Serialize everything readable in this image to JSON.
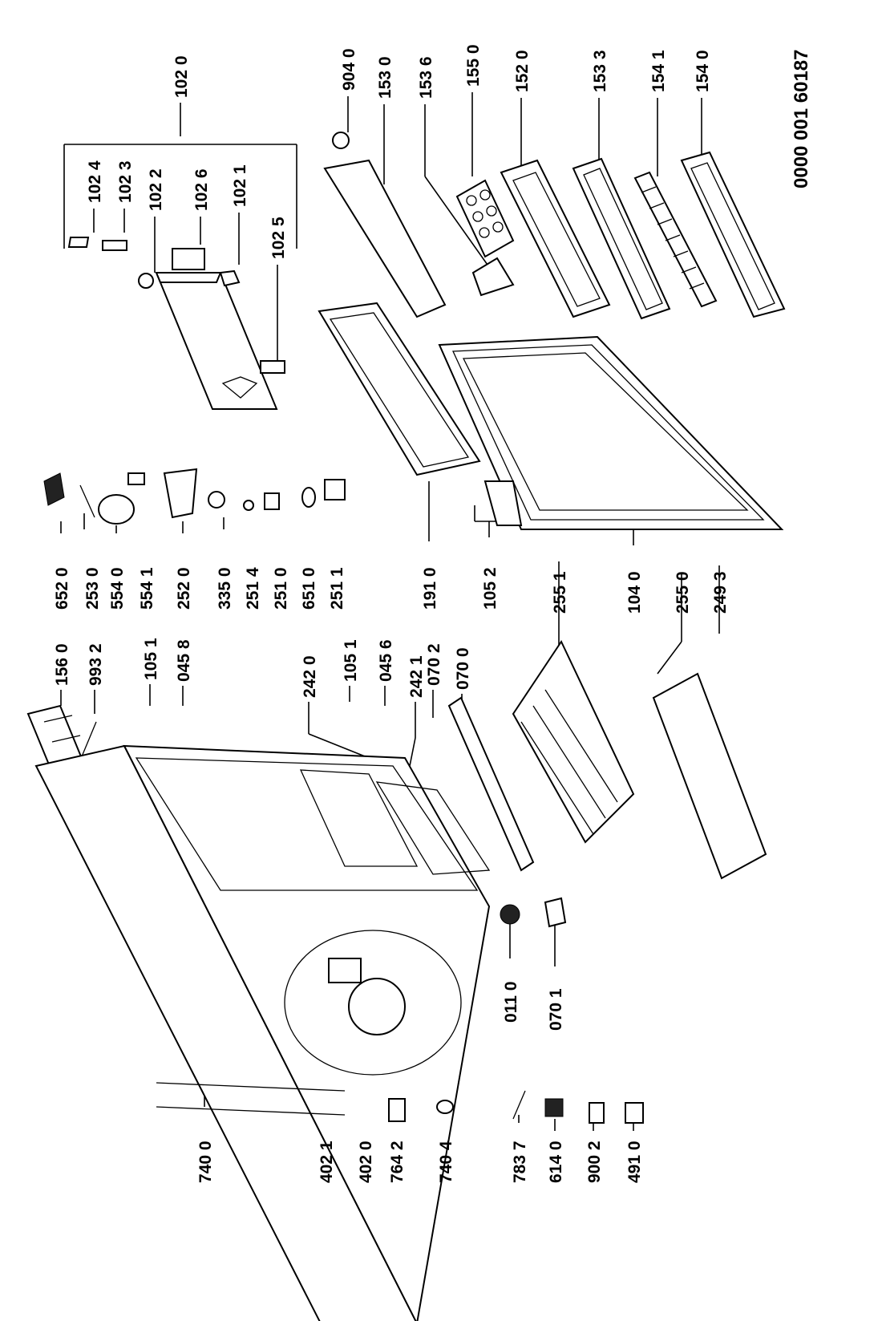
{
  "drawing_number": "0000 001 60187",
  "labels": {
    "l1020": "102 0",
    "l1024": "102 4",
    "l1023": "102 3",
    "l1022": "102 2",
    "l1026": "102 6",
    "l1021": "102 1",
    "l1025": "102 5",
    "l9040": "904 0",
    "l1530": "153 0",
    "l1536": "153 6",
    "l1550": "155 0",
    "l1520": "152 0",
    "l1533": "153 3",
    "l1541": "154 1",
    "l1540": "154 0",
    "l6520": "652 0",
    "l2530": "253 0",
    "l5540": "554 0",
    "l5541": "554 1",
    "l2520": "252 0",
    "l3350": "335 0",
    "l2514": "251 4",
    "l2510": "251 0",
    "l6510": "651 0",
    "l2511": "251 1",
    "l1910": "191 0",
    "l1052": "105 2",
    "l1040": "104 0",
    "l1560": "156 0",
    "l9932": "993 2",
    "l1051a": "105 1",
    "l0458": "045 8",
    "l2420": "242 0",
    "l1051b": "105 1",
    "l0456": "045 6",
    "l2421": "242 1",
    "l0702": "070 2",
    "l0700": "070 0",
    "l2551": "255 1",
    "l2550": "255 0",
    "l2493": "249 3",
    "l7400": "740 0",
    "l4021": "402 1",
    "l4020": "402 0",
    "l7642": "764 2",
    "l7404": "740 4",
    "l0110": "011 0",
    "l0701": "070 1",
    "l7837": "783 7",
    "l6140": "614 0",
    "l9002": "900 2",
    "l4910": "491 0"
  }
}
